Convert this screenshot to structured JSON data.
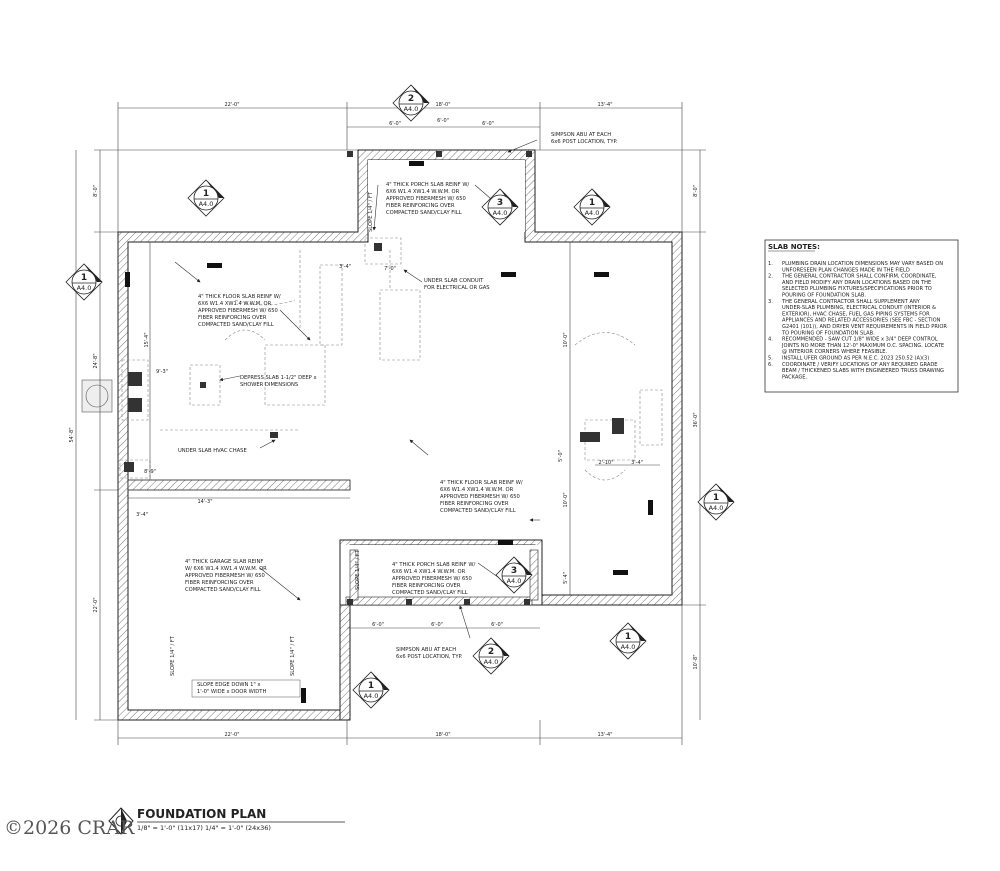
{
  "drawing": {
    "title": "FOUNDATION PLAN",
    "scale": "1/8\" = 1'-0\" (11x17) 1/4\" = 1'-0\" (24x36)",
    "copyright": "©2026 CRAR"
  },
  "dimensions": {
    "top": [
      "22'-0\"",
      "18'-0\"",
      "13'-4\""
    ],
    "porch_top": [
      "6'-0\"",
      "6'-0\"",
      "6'-0\""
    ],
    "bottom": [
      "22'-0\"",
      "18'-0\"",
      "13'-4\""
    ],
    "porch_bottom": [
      "6'-0\"",
      "6'-0\"",
      "6'-0\""
    ],
    "left": [
      "8'-0\"",
      "24'-8\"",
      "22'-0\""
    ],
    "left_overall": "54'-8\"",
    "right": [
      "8'-0\"",
      "36'-0\"",
      "10'-8\""
    ],
    "misc": [
      "15'-4\"",
      "9'-3\"",
      "14'-3\"",
      "3'-4\"",
      "8'-9\"",
      "3'-4\"",
      "7'-0\"",
      "10'-0\"",
      "10'-0\"",
      "5'-4\"",
      "2'-10\"",
      "3'-4\"",
      "5'-0\""
    ]
  },
  "callouts": [
    {
      "num": "2",
      "sheet": "A4.0"
    },
    {
      "num": "1",
      "sheet": "A4.0"
    },
    {
      "num": "3",
      "sheet": "A4.0"
    },
    {
      "num": "1",
      "sheet": "A4.0"
    },
    {
      "num": "1",
      "sheet": "A4.0"
    },
    {
      "num": "1",
      "sheet": "A4.0"
    },
    {
      "num": "3",
      "sheet": "A4.0"
    },
    {
      "num": "2",
      "sheet": "A4.0"
    },
    {
      "num": "1",
      "sheet": "A4.0"
    },
    {
      "num": "1",
      "sheet": "A4.0"
    }
  ],
  "notes": {
    "simpson_top": [
      "SIMPSON ABU AT EACH",
      "6x6 POST LOCATION, TYP."
    ],
    "porch_top": [
      "4\" THICK PORCH SLAB REINF W/",
      "6X6 W1.4 XW1.4 W.W.M. OR",
      "APPROVED FIBERMESH W/ 650",
      "FIBER REINFORCING OVER",
      "COMPACTED SAND/CLAY FILL"
    ],
    "conduit": [
      "UNDER SLAB CONDUIT",
      "FOR ELECTRICAL OR GAS"
    ],
    "floor_left": [
      "4\" THICK FLOOR SLAB REINF W/",
      "6X6 W1.4 XW1.4 W.W.M. OR",
      "APPROVED FIBERMESH W/ 650",
      "FIBER REINFORCING OVER",
      "COMPACTED SAND/CLAY FILL"
    ],
    "depress": [
      "DEPRESS SLAB 1-1/2\" DEEP x",
      "SHOWER DIMENSIONS"
    ],
    "hvac": [
      "UNDER SLAB HVAC CHASE"
    ],
    "floor_center": [
      "4\" THICK FLOOR SLAB REINF W/",
      "6X6 W1.4 XW1.4 W.W.M. OR",
      "APPROVED FIBERMESH W/ 650",
      "FIBER REINFORCING OVER",
      "COMPACTED SAND/CLAY FILL"
    ],
    "garage": [
      "4\" THICK GARAGE SLAB REINF",
      "W/ 6X6 W1.4 XW1.4 W.W.M. OR",
      "APPROVED FIBERMESH W/ 650",
      "FIBER REINFORCING OVER",
      "COMPACTED SAND/CLAY FILL"
    ],
    "porch_bottom": [
      "4\" THICK PORCH SLAB REINF W/",
      "6X6 W1.4 XW1.4 W.W.M. OR",
      "APPROVED FIBERMESH W/ 650",
      "FIBER REINFORCING OVER",
      "COMPACTED SAND/CLAY FILL"
    ],
    "simpson_bottom": [
      "SIMPSON ABU AT EACH",
      "6x6 POST LOCATION, TYP."
    ],
    "slope_edge": [
      "SLOPE EDGE DOWN 1\" x",
      "1'-0\" WIDE x DOOR WIDTH"
    ],
    "slope_porch_top": "SLOPE 1/4\" / FT",
    "slope_porch_bottom": "SLOPE 1/4\" / FT",
    "slope_garage_left": "SLOPE 1/4\" / FT",
    "slope_garage_right": "SLOPE 1/4\" / FT"
  },
  "slab_notes": {
    "title": "SLAB NOTES:",
    "items": [
      {
        "num": "1.",
        "lines": [
          "PLUMBING DRAIN LOCATION DIMENSIONS MAY VARY BASED ON",
          "UNFORESEEN PLAN CHANGES MADE IN THE FIELD"
        ]
      },
      {
        "num": "2.",
        "lines": [
          "THE GENERAL CONTRACTOR SHALL CONFIRM, COORDINATE,",
          "AND FIELD MODIFY ANY DRAIN LOCATIONS BASED ON THE",
          "SELECTED PLUMBING FIXTURES/SPECIFICATIONS PRIOR TO",
          "POURING OF FOUNDATION SLAB."
        ]
      },
      {
        "num": "3.",
        "lines": [
          "THE GENERAL CONTRACTOR SHALL SUPPLEMENT ANY",
          "UNDER-SLAB PLUMBING, ELECTRICAL CONDUIT (INTERIOR &",
          "EXTERIOR), HVAC CHASE, FUEL GAS PIPING SYSTEMS FOR",
          "APPLIANCES AND RELATED ACCESSORIES (SEE FBC - SECTION",
          "G2401 (101)), AND DRYER VENT REQUIREMENTS IN FIELD PRIOR",
          "TO POURING OF FOUNDATION SLAB."
        ]
      },
      {
        "num": "4.",
        "lines": [
          "RECOMMENDED - SAW CUT 1/8\" WIDE x 3/4\" DEEP CONTROL",
          "JOINTS NO MORE THAN 12'-0\" MAXIMUM O.C. SPACING. LOCATE",
          "@ INTERIOR CORNERS WHERE FEASIBLE."
        ]
      },
      {
        "num": "5.",
        "lines": [
          "INSTALL UFER GROUND AS PER N.E.C. 2023 250.52 (A)(3)"
        ]
      },
      {
        "num": "6.",
        "lines": [
          "COORDINATE / VERIFY LOCATIONS OF ANY REQUIRED GRADE",
          "BEAM / THICKENED SLABS WITH ENGINEERED TRUSS DRAWING",
          "PACKAGE."
        ]
      }
    ]
  }
}
